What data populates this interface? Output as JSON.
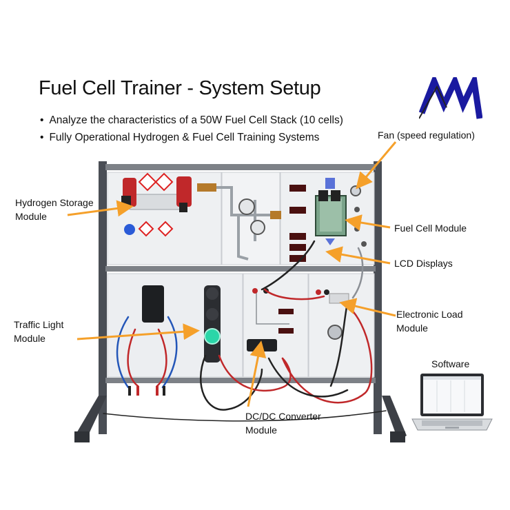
{
  "title": "Fuel Cell Trainer - System Setup",
  "bullets": [
    "Analyze the characteristics of a 50W Fuel Cell Stack (10 cells)",
    "Fully Operational Hydrogen & Fuel Cell Training Systems"
  ],
  "labels": {
    "fan": "Fan (speed regulation)",
    "hydrogen_storage": "Hydrogen Storage\nModule",
    "fuel_cell": "Fuel Cell Module",
    "lcd": "LCD Displays",
    "traffic_light": "Traffic Light\nModule",
    "electronic_load": "Electronic Load\nModule",
    "software": "Software",
    "dcdc": "DC/DC Converter\nModule"
  },
  "colors": {
    "arrow": "#f5a02a",
    "logo": "#1a1aa0",
    "frame": "#4a4e55",
    "panel": "#eef0f2",
    "traffic_green": "#2ad6a8"
  }
}
